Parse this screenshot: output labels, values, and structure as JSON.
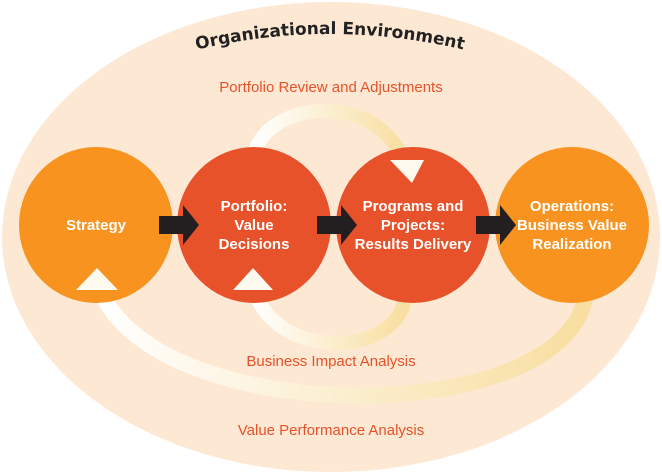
{
  "title": "Organizational Environment",
  "loops": {
    "top": "Portfolio Review and Adjustments",
    "middle": "Business Impact Analysis",
    "bottom": "Value Performance Analysis"
  },
  "stages": [
    {
      "lines": [
        "Strategy"
      ],
      "color": "#f7931e"
    },
    {
      "lines": [
        "Portfolio:",
        "Value",
        "Decisions"
      ],
      "color": "#e8522a"
    },
    {
      "lines": [
        "Programs and",
        "Projects:",
        "Results Delivery"
      ],
      "color": "#e8522a"
    },
    {
      "lines": [
        "Operations:",
        "Business Value",
        "Realization"
      ],
      "color": "#f7931e"
    }
  ],
  "colors": {
    "environment": "#fde8d3",
    "label": "#e8522a",
    "flow_arrow": "#231f20",
    "feedback_arrow": "#fffaf0"
  }
}
